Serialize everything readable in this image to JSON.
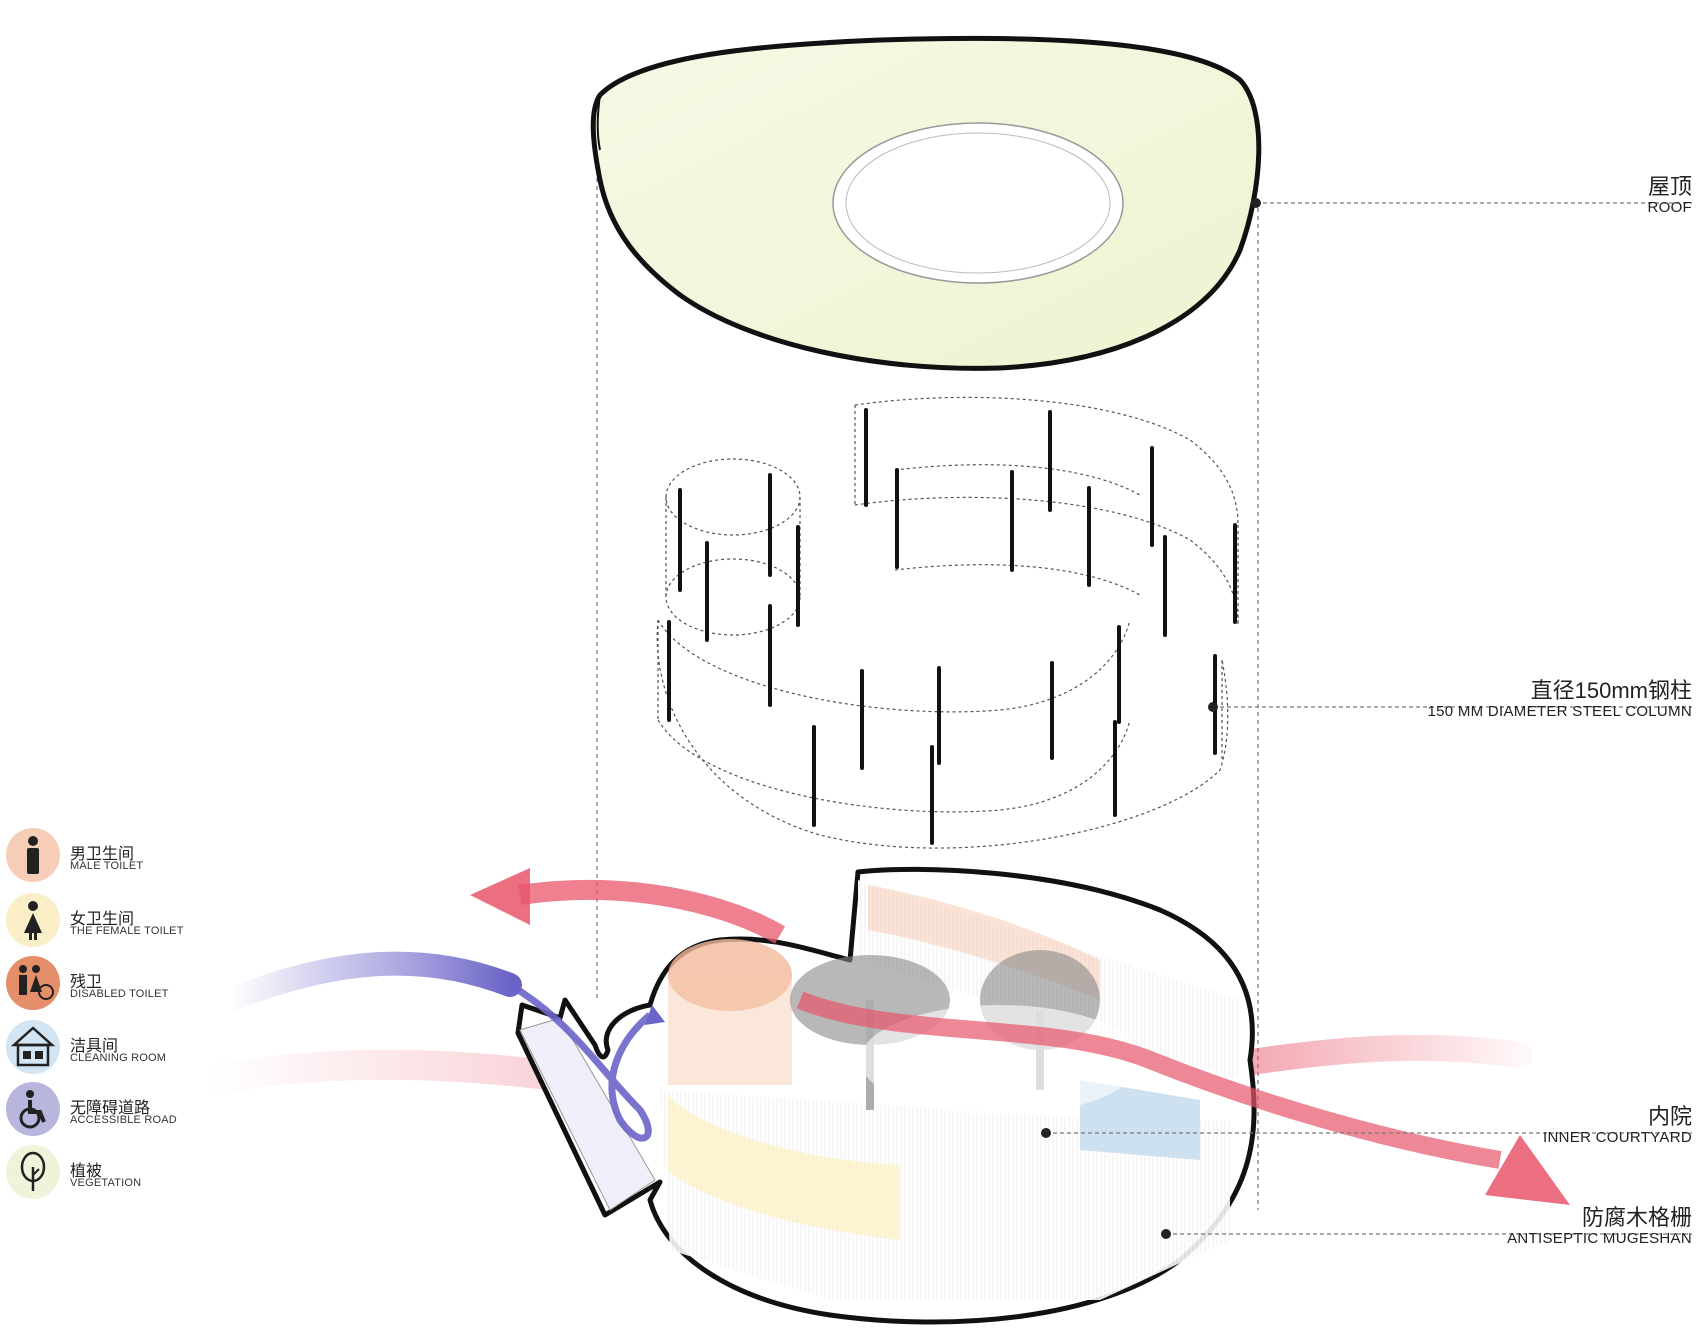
{
  "legend": {
    "items": [
      {
        "cn": "男卫生间",
        "en": "MALE TOILET",
        "icon": "male-toilet-icon",
        "color": "#f3c4a9"
      },
      {
        "cn": "女卫生间",
        "en": "THE FEMALE TOILET",
        "icon": "female-toilet-icon",
        "color": "#f8e8b8"
      },
      {
        "cn": "残卫",
        "en": "DISABLED TOILET",
        "icon": "disabled-toilet-icon",
        "color": "#e58f6a"
      },
      {
        "cn": "洁具间",
        "en": "CLEANING ROOM",
        "icon": "cleaning-room-icon",
        "color": "#cde2f0"
      },
      {
        "cn": "无障碍道路",
        "en": "ACCESSIBLE   ROAD",
        "icon": "accessible-road-icon",
        "color": "#b7b4dc"
      },
      {
        "cn": "植被",
        "en": "VEGETATION",
        "icon": "vegetation-icon",
        "color": "#eef2d6"
      }
    ]
  },
  "callouts": {
    "roof": {
      "cn": "屋顶",
      "en": "ROOF"
    },
    "column": {
      "cn": "直径150mm钢柱",
      "en": "150 MM DIAMETER STEEL COLUMN"
    },
    "courtyard": {
      "cn": "内院",
      "en": "INNER COURTYARD"
    },
    "mugeshan": {
      "cn": "防腐木格栅",
      "en": "ANTISEPTIC MUGESHAN"
    }
  },
  "colors": {
    "roof_fill": "#f3f6dc",
    "warm_airflow": "#e8566a",
    "cool_airflow": "#6b64c8",
    "male_zone": "#f6c8ad",
    "female_zone": "#fbf0c0",
    "cleaning_zone": "#c6dcef"
  }
}
